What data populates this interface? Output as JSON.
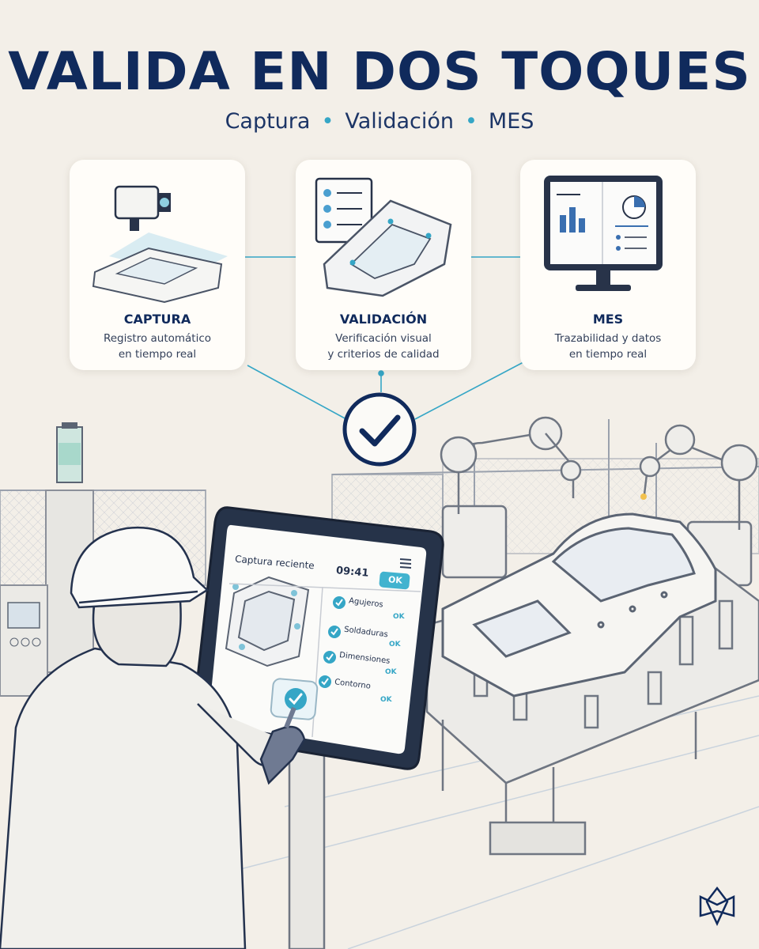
{
  "header": {
    "title": "VALIDA EN DOS TOQUES",
    "steps": [
      "Captura",
      "Validación",
      "MES"
    ],
    "separator": "•"
  },
  "cards": [
    {
      "title": "CAPTURA",
      "line1": "Registro automático",
      "line2": "en tiempo real",
      "icon": "camera-icon"
    },
    {
      "title": "VALIDACIÓN",
      "line1": "Verificación visual",
      "line2": "y criterios de calidad",
      "icon": "checklist-icon"
    },
    {
      "title": "MES",
      "line1": "Trazabilidad y datos",
      "line2": "en tiempo real",
      "icon": "monitor-icon"
    }
  ],
  "tablet": {
    "title": "Captura reciente",
    "time": "09:41",
    "ok_button": "OK",
    "checks": [
      {
        "label": "Agujeros",
        "status": "OK"
      },
      {
        "label": "Soldaduras",
        "status": "OK"
      },
      {
        "label": "Dimensiones",
        "status": "OK"
      },
      {
        "label": "Contorno",
        "status": "OK"
      }
    ]
  },
  "colors": {
    "navy": "#102a5c",
    "accent": "#35a6c6",
    "background": "#f3efe8"
  }
}
